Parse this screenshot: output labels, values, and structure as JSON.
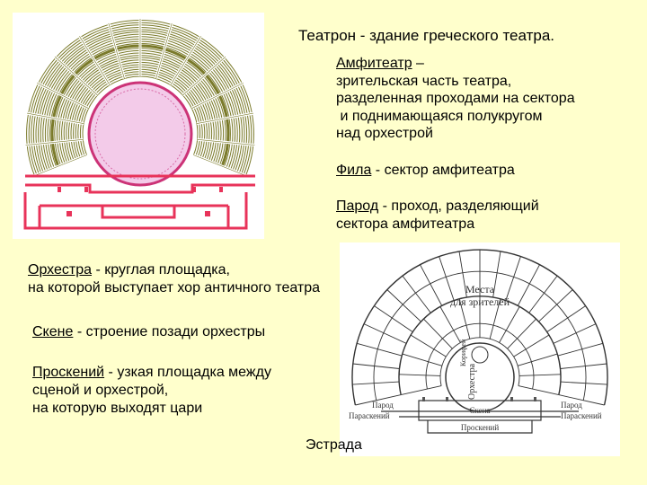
{
  "title": "Театрон - здание греческого театра.",
  "amphitheater": {
    "term": "Амфитеатр",
    "dash": " –",
    "lines": [
      "зрительская часть театра,",
      "разделенная проходами на сектора",
      " и поднимающаяся полукругом",
      "над орхестрой"
    ]
  },
  "fila": {
    "term": "Фила",
    "rest": " - сектор амфитеатра"
  },
  "parod": {
    "term": "Парод",
    "rest": " - проход, разделяющий",
    "line2": "сектора амфитеатра"
  },
  "orchestra": {
    "term": "Орхестра",
    "rest": " - круглая площадка,",
    "line2": "на которой выступает хор античного театра"
  },
  "skene": {
    "term": "Скене",
    "rest": " - строение позади орхестры"
  },
  "proskenion": {
    "term": "Проскений",
    "rest": " - узкая площадка между",
    "line2": "сценой и орхестрой,",
    "line3": "на которую выходят цари"
  },
  "estrada": "Эстрада",
  "diagram_labels": {
    "seats": "Места",
    "seats2": "для зрителей",
    "koryphaeus": "Корифей",
    "orchestra": "Орхестра",
    "parod_left": "Парод",
    "parod_right": "Парод",
    "parask_left": "Параскений",
    "parask_right": "Параскений",
    "skene": "Скена",
    "proskenion": "Проскений"
  },
  "colors": {
    "background": "#ffffcc",
    "seating": "#7a7a2a",
    "orchestra_fill": "#f0c8e8",
    "orchestra_stroke": "#cc3377",
    "stage": "#e8335a"
  }
}
